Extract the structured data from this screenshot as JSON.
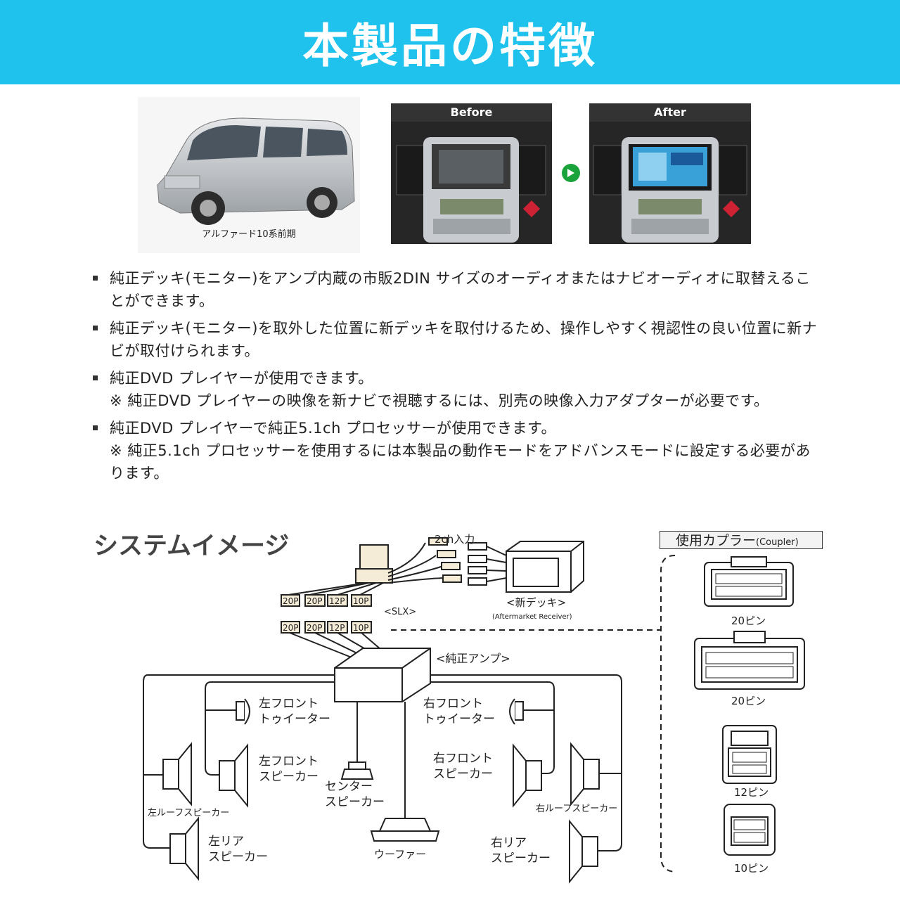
{
  "header": {
    "title": "本製品の特徴"
  },
  "photos": {
    "car_caption": "アルファード10系前期",
    "before_label": "Before",
    "after_label": "After"
  },
  "features": [
    {
      "text": "純正デッキ(モニター)をアンプ内蔵の市販2DIN サイズのオーディオまたはナビオーディオに取替えることができます。",
      "note": ""
    },
    {
      "text": "純正デッキ(モニター)を取外した位置に新デッキを取付けるため、操作しやすく視認性の良い位置に新ナビが取付けられます。",
      "note": ""
    },
    {
      "text": "純正DVD プレイヤーが使用できます。",
      "note": "※ 純正DVD プレイヤーの映像を新ナビで視聴するには、別売の映像入力アダプターが必要です。"
    },
    {
      "text": "純正DVD プレイヤーで純正5.1ch プロセッサーが使用できます。",
      "note": "※ 純正5.1ch プロセッサーを使用するには本製品の動作モードをアドバンスモードに設定する必要があります。"
    }
  ],
  "system": {
    "title": "システムイメージ",
    "input_label": "2ch入力",
    "slx_label": "<SLX>",
    "deck_label": "<新デッキ>",
    "deck_sub": "(Aftermarket Receiver)",
    "amp_label": "<純正アンプ>",
    "connectors_top": [
      "20P",
      "20P",
      "12P",
      "10P"
    ],
    "connectors_bottom": [
      "20P",
      "20P",
      "12P",
      "10P"
    ],
    "speakers": {
      "lf_tweeter": [
        "左フロント",
        "トゥイーター"
      ],
      "rf_tweeter": [
        "右フロント",
        "トゥイーター"
      ],
      "lf_speaker": [
        "左フロント",
        "スピーカー"
      ],
      "rf_speaker": [
        "右フロント",
        "スピーカー"
      ],
      "center": [
        "センター",
        "スピーカー"
      ],
      "l_roof": "左ルーフスピーカー",
      "r_roof": "右ルーフスピーカー",
      "l_rear": [
        "左リア",
        "スピーカー"
      ],
      "r_rear": [
        "右リア",
        "スピーカー"
      ],
      "woofer": "ウーファー"
    }
  },
  "couplers": {
    "title": "使用カプラー",
    "title_sub": "(Coupler)",
    "items": [
      "20ピン",
      "20ピン",
      "12ピン",
      "10ピン"
    ]
  },
  "colors": {
    "banner": "#1ec2ec",
    "play": "#1aa33a"
  }
}
